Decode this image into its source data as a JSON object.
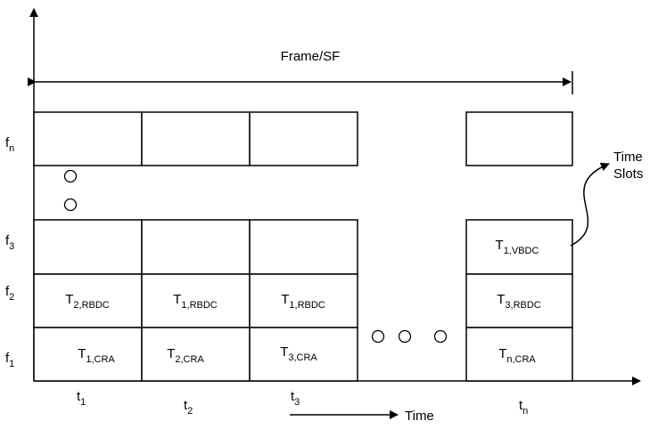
{
  "frame_label": "Frame/SF",
  "time_label": "Time",
  "time_slots_label": [
    "Time",
    "Slots"
  ],
  "freq_labels": [
    {
      "main": "f",
      "sub": "n"
    },
    {
      "main": "f",
      "sub": "3"
    },
    {
      "main": "f",
      "sub": "2"
    },
    {
      "main": "f",
      "sub": "1"
    }
  ],
  "time_labels": [
    {
      "main": "t",
      "sub": "1"
    },
    {
      "main": "t",
      "sub": "2"
    },
    {
      "main": "t",
      "sub": "3"
    },
    {
      "main": "t",
      "sub": "n"
    }
  ],
  "cells": {
    "f2": [
      {
        "main": "T",
        "sub": "2,RBDC"
      },
      {
        "main": "T",
        "sub": "1,RBDC"
      },
      {
        "main": "T",
        "sub": "1,RBDC"
      },
      {
        "main": "T",
        "sub": "3,RBDC"
      }
    ],
    "f1": [
      {
        "main": "T",
        "sub": "1,CRA"
      },
      {
        "main": "T",
        "sub": "2,CRA"
      },
      {
        "main": "T",
        "sub": "3,CRA"
      },
      {
        "main": "T",
        "sub": "n,CRA"
      }
    ],
    "f3_last": {
      "main": "T",
      "sub": "1,VBDC"
    }
  },
  "colors": {
    "stroke": "#000000",
    "background": "#ffffff"
  }
}
